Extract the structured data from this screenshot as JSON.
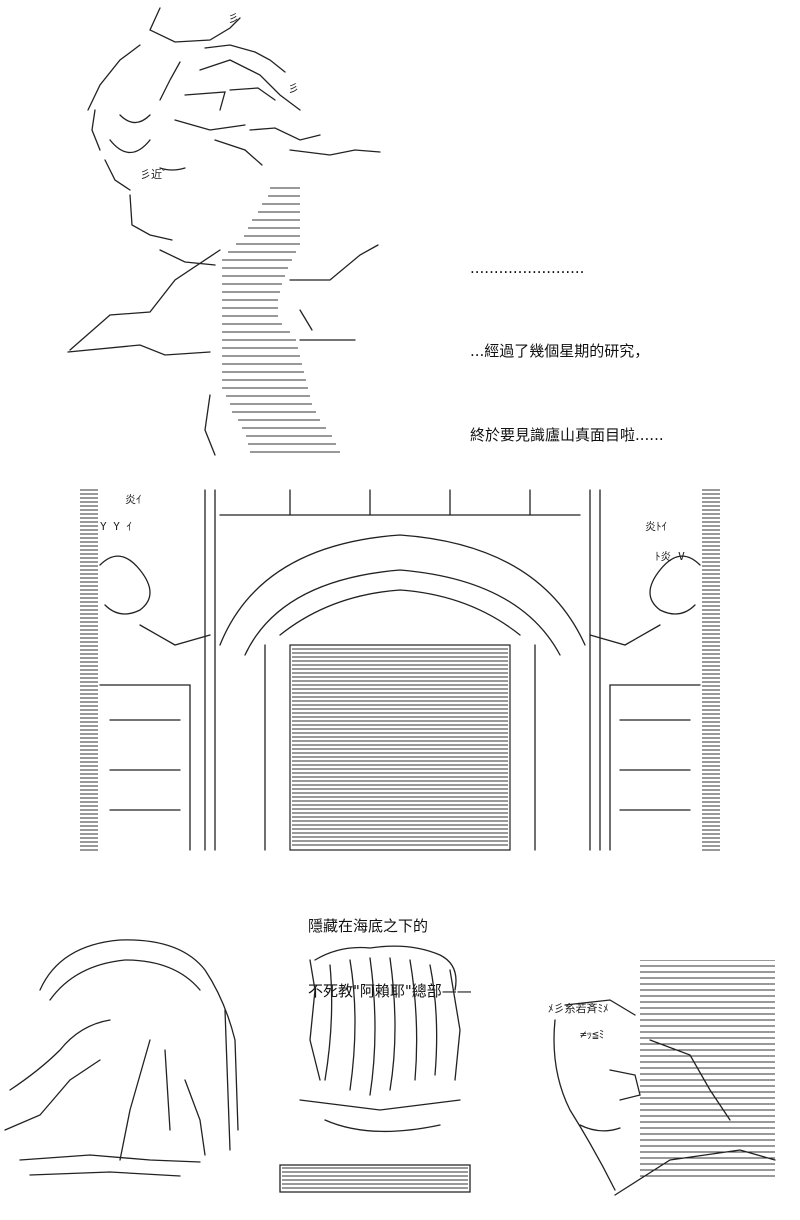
{
  "panel_top": {
    "caption_lines": [
      "........................",
      "...經過了幾個星期的研究，",
      "終於要見識廬山真面目啦......"
    ],
    "art_text": [
      "彡近ﾞ",
      "彡",
      "彡"
    ]
  },
  "panel_middle": {
    "caption_lines": [
      "隱藏在海底之下的",
      "不死教\"阿賴耶\"總部——"
    ],
    "art_text": [
      "炎ｲ",
      "Y Y ｲ",
      "炎ﾄｲ",
      "ﾄ炎 V"
    ]
  },
  "panel_bottom": {
    "art_text": [
      "ﾒ彡糸若斉ﾐﾒ",
      "≠ｯ≦ﾐ"
    ]
  }
}
